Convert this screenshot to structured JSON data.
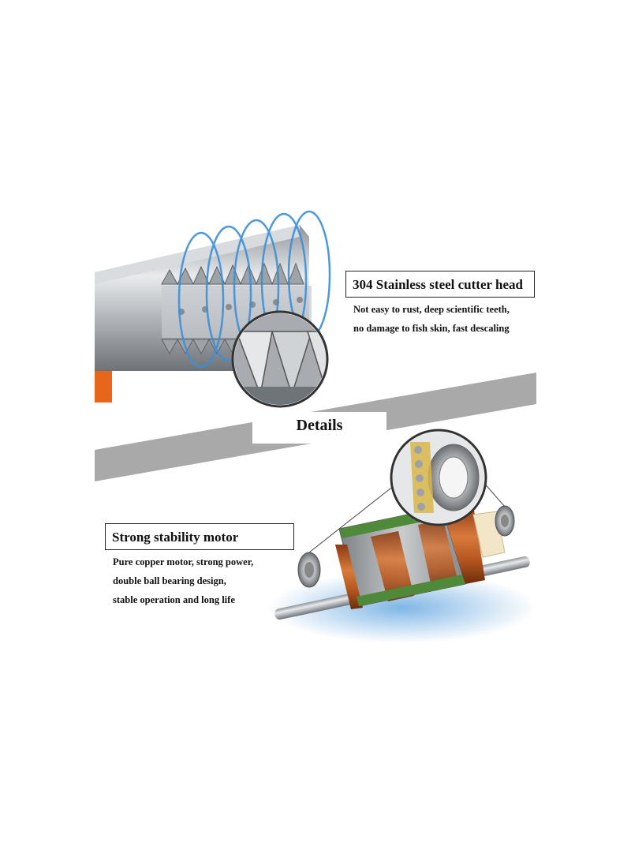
{
  "cutter": {
    "title": "304 Stainless steel cutter head",
    "lines": [
      "Not easy to rust, deep scientific teeth,",
      "no damage to fish skin, fast descaling"
    ]
  },
  "banner": {
    "title": "Details"
  },
  "motor": {
    "title": "Strong stability motor",
    "lines": [
      "Pure copper motor, strong power,",
      "double ball bearing design,",
      "stable operation and long life"
    ]
  },
  "colors": {
    "banner_gray": "#a9a9a9",
    "copper": "#c2622a",
    "steel": "#b8bcc0",
    "blue_glow": "#3b8fd8",
    "orange_accent": "#e8661c"
  },
  "icons": {
    "cutter_image": "cutter-head-illustration",
    "motor_image": "motor-illustration",
    "bearing_image": "bearing-zoom-illustration"
  }
}
